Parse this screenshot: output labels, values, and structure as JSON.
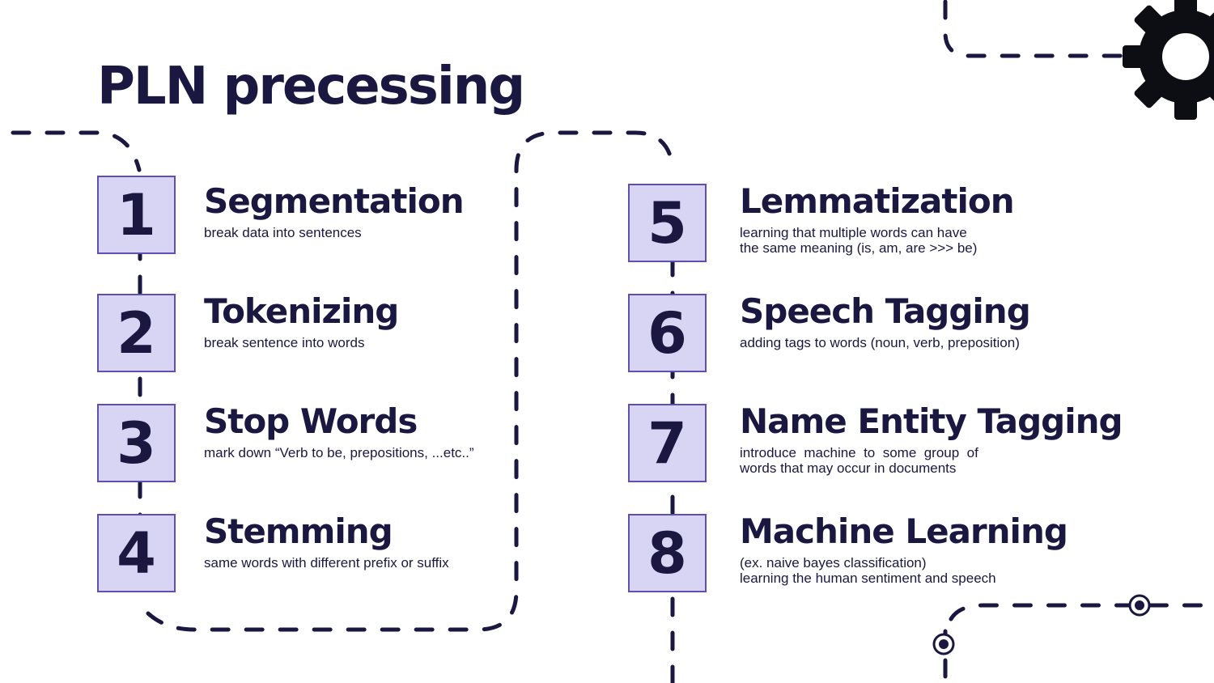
{
  "title": "PLN precessing",
  "colors": {
    "ink": "#1a1840",
    "box_fill": "#d8d4f4",
    "box_border": "#5e4fb0",
    "background": "#ffffff"
  },
  "icons": [
    "gear-icon",
    "target-icon"
  ],
  "steps": [
    {
      "number": "1",
      "title": "Segmentation",
      "desc": [
        "break data into sentences"
      ]
    },
    {
      "number": "2",
      "title": "Tokenizing",
      "desc": [
        "break sentence into words"
      ]
    },
    {
      "number": "3",
      "title": "Stop Words",
      "desc": [
        "mark down “Verb to be, prepositions, ...etc..”"
      ]
    },
    {
      "number": "4",
      "title": "Stemming",
      "desc": [
        "same words with different prefix or suffix"
      ]
    },
    {
      "number": "5",
      "title": "Lemmatization",
      "desc": [
        "learning that multiple words can have",
        "the same meaning (is, am, are >>> be)"
      ]
    },
    {
      "number": "6",
      "title": "Speech Tagging",
      "desc": [
        "adding tags to words (noun, verb, preposition)"
      ]
    },
    {
      "number": "7",
      "title": "Name Entity Tagging",
      "desc": [
        "introduce  machine  to  some  group  of",
        "words that may occur in documents"
      ]
    },
    {
      "number": "8",
      "title": "Machine Learning",
      "desc": [
        "(ex. naive bayes classification)",
        "learning the human sentiment and speech"
      ]
    }
  ]
}
